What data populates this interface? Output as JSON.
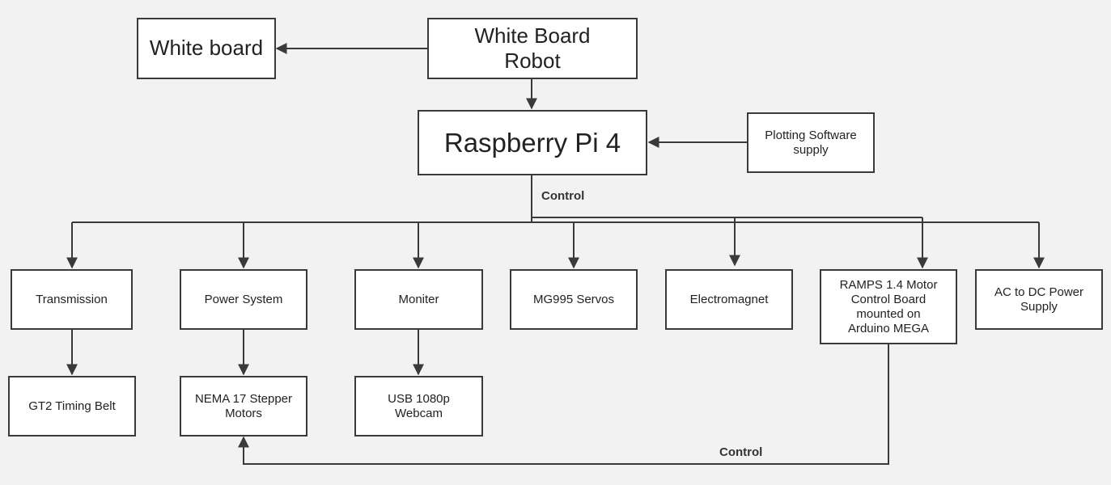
{
  "nodes": {
    "whiteboard": "White board",
    "robot": "White Board\nRobot",
    "pi": "Raspberry Pi 4",
    "software": "Plotting Software\nsupply",
    "transmission": "Transmission",
    "power": "Power System",
    "monitor": "Moniter",
    "servos": "MG995 Servos",
    "electromagnet": "Electromagnet",
    "ramps": "RAMPS 1.4 Motor\nControl Board\nmounted on\nArduino MEGA",
    "acdc": "AC to DC Power\nSupply",
    "belt": "GT2 Timing Belt",
    "nema": "NEMA 17 Stepper\nMotors",
    "webcam": "USB 1080p\nWebcam"
  },
  "edges": {
    "control_top": "Control",
    "control_bottom": "Control"
  },
  "colors": {
    "line": "#3a3a3a",
    "box_fill": "#ffffff",
    "background": "#f2f2f2"
  }
}
